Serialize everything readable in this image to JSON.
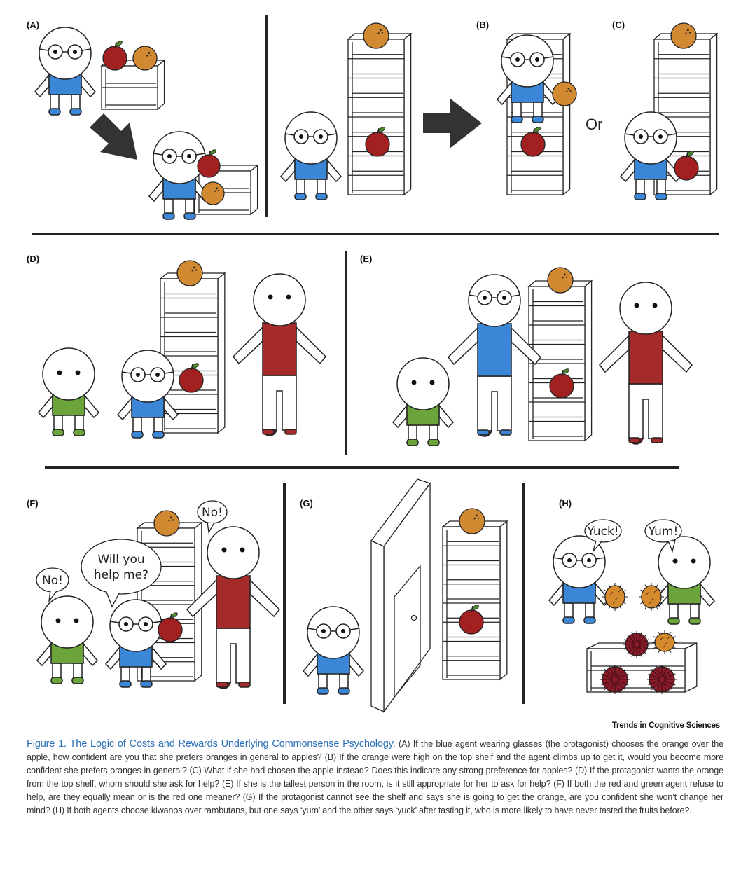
{
  "panels": {
    "a": "(A)",
    "b": "(B)",
    "c": "(C)",
    "d": "(D)",
    "e": "(E)",
    "f": "(F)",
    "g": "(G)",
    "h": "(H)"
  },
  "bubbles": {
    "f_green": "No!",
    "f_blue_line1": "Will you",
    "f_blue_line2": "help me?",
    "f_red": "No!",
    "h_blue": "Yuck!",
    "h_green": "Yum!"
  },
  "or_label": "Or",
  "journal": "Trends in Cognitive Sciences",
  "caption": {
    "title": "Figure 1. The Logic of Costs and Rewards Underlying Commonsense Psychology.",
    "body": "(A) If the blue agent wearing glasses (the protagonist) chooses the orange over the apple, how confident are you that she prefers oranges in general to apples? (B) If the orange were high on the top shelf and the agent climbs up to get it, would you become more confident she prefers oranges in general? (C) What if she had chosen the apple instead? Does this indicate any strong preference for apples? (D) If the protagonist wants the orange from the top shelf, whom should she ask for help? (E) If she is the tallest person in the room, is it still appropriate for her to ask for help? (F) If both the red and green agent refuse to help, are they equally mean or is the red one meaner? (G) If the protagonist cannot see the shelf and says she is going to get the orange, are you confident she won’t change her mind? (H) If both agents choose kiwanos over rambutans, but one says ‘yum’ and the other says ‘yuck’ after tasting it, who is more likely to have never tasted the fruits before?."
  },
  "colors": {
    "blue_agent": "#3b86d6",
    "green_agent": "#6ba43a",
    "red_agent": "#a52a2a",
    "orange_fruit": "#d28a32",
    "apple_fruit": "#a32020",
    "kiwano": "#d68a2e",
    "rambutan": "#8a1b28",
    "caption_title": "#2a6fb6"
  }
}
